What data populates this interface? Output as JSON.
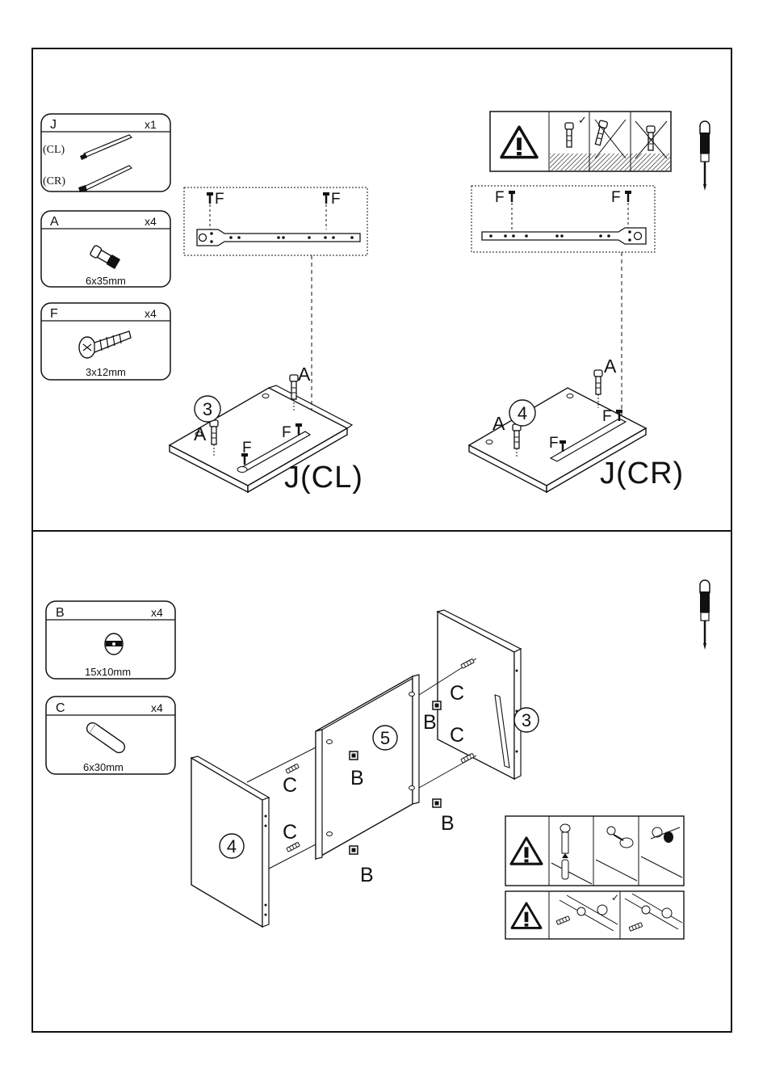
{
  "parts": {
    "J": {
      "letter": "J",
      "qty": "x1",
      "variant_left": "(CL)",
      "variant_right": "(CR)"
    },
    "A": {
      "letter": "A",
      "qty": "x4",
      "size": "6x35mm"
    },
    "F": {
      "letter": "F",
      "qty": "x4",
      "size": "3x12mm"
    },
    "B": {
      "letter": "B",
      "qty": "x4",
      "size": "15x10mm"
    },
    "C": {
      "letter": "C",
      "qty": "x4",
      "size": "6x30mm"
    }
  },
  "step1": {
    "left_panel_number": "3",
    "right_panel_number": "4",
    "left_rail_label": "J(CL)",
    "right_rail_label": "J(CR)",
    "screw_label": "F",
    "cam_bolt_label": "A"
  },
  "step2": {
    "left_panel_number": "4",
    "middle_panel_number": "5",
    "right_panel_number": "3",
    "cam_lock_label": "B",
    "dowel_label": "C"
  },
  "icons": [
    "warning-icon",
    "screwdriver-icon"
  ]
}
